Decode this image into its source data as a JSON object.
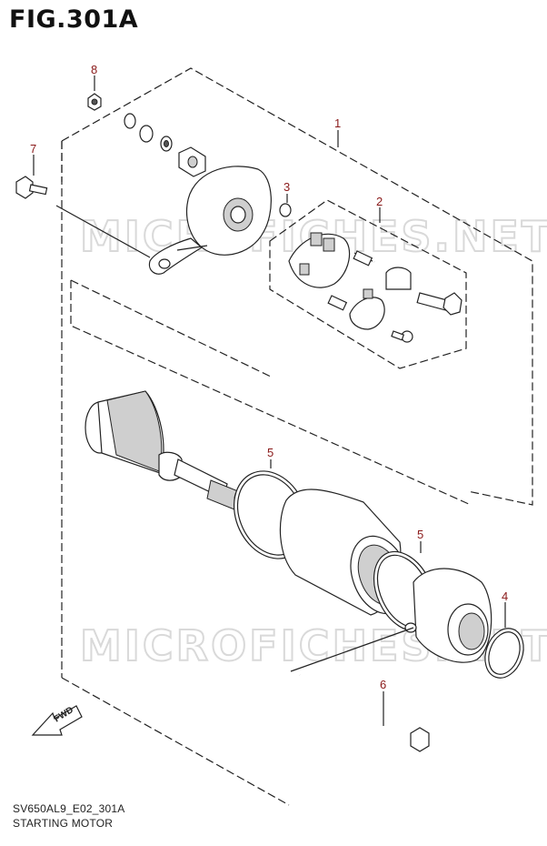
{
  "figure": {
    "title": "FIG.301A",
    "code": "SV650AL9_E02_301A",
    "name": "STARTING MOTOR",
    "watermark": "MICROFICHES.NET",
    "fwd_label": "FWD"
  },
  "callouts": [
    {
      "id": "c1",
      "label": "1"
    },
    {
      "id": "c2",
      "label": "2"
    },
    {
      "id": "c3",
      "label": "3"
    },
    {
      "id": "c4",
      "label": "4"
    },
    {
      "id": "c5a",
      "label": "5"
    },
    {
      "id": "c5b",
      "label": "5"
    },
    {
      "id": "c6",
      "label": "6"
    },
    {
      "id": "c7",
      "label": "7"
    },
    {
      "id": "c8",
      "label": "8"
    }
  ],
  "colors": {
    "callout": "#8a1a1a",
    "line": "#222222",
    "watermark": "#d9d9d9"
  }
}
